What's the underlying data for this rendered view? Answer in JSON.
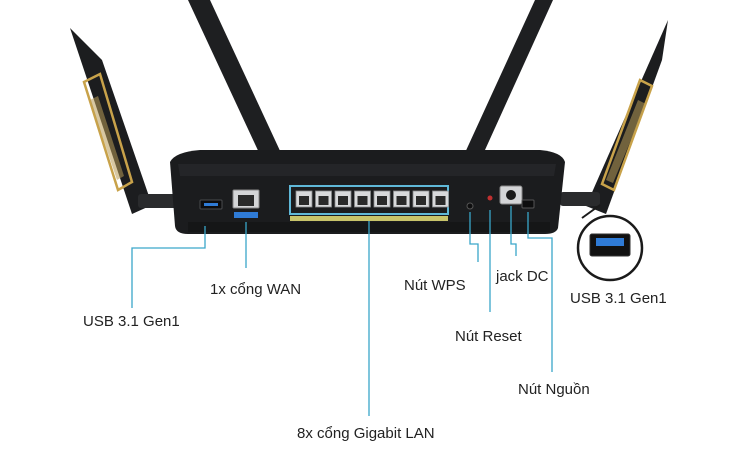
{
  "labels": {
    "usb_left": "USB 3.1 Gen1",
    "wan": "1x cổng WAN",
    "lan": "8x cổng Gigabit LAN",
    "wps": "Nút WPS",
    "reset": "Nút Reset",
    "dc": "jack DC",
    "power": "Nút Nguồn",
    "usb_right": "USB 3.1 Gen1"
  },
  "colors": {
    "callout_line": "#3aa6c9",
    "router_body": "#1b1c1e",
    "antenna_gold": "#c8a24a",
    "port_highlight": "#5fb8d8",
    "usb_blue": "#2f7bd6"
  },
  "lan_port_count": 8
}
